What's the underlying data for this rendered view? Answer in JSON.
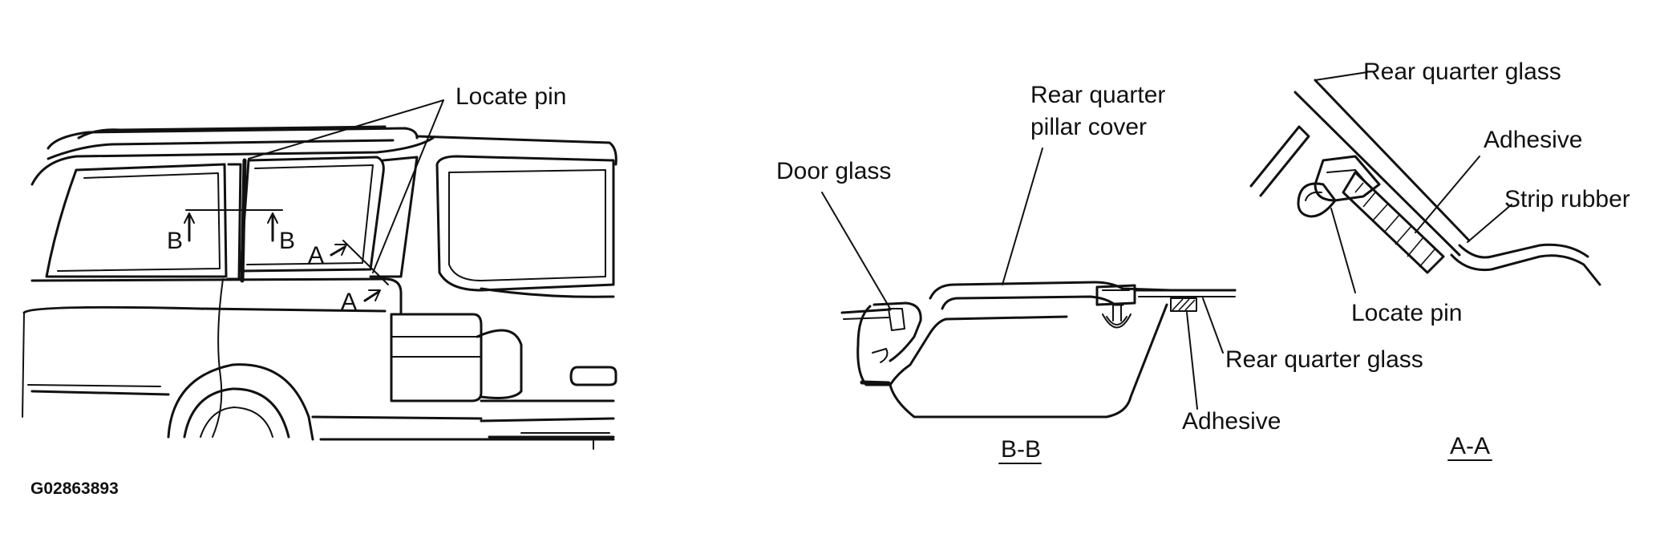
{
  "labels": {
    "locate_pin_callout": "Locate pin",
    "section_b_left": "B",
    "section_b_right": "B",
    "section_a_upper": "A",
    "section_a_lower": "A",
    "rear_quarter_pillar_cover_line1": "Rear quarter",
    "rear_quarter_pillar_cover_line2": "pillar cover",
    "door_glass": "Door glass",
    "rear_quarter_glass_bb": "Rear quarter glass",
    "adhesive_bb": "Adhesive",
    "section_bb_title": "B-B",
    "rear_quarter_glass_aa": "Rear quarter glass",
    "adhesive_aa": "Adhesive",
    "strip_rubber": "Strip rubber",
    "locate_pin_aa": "Locate pin",
    "section_aa_title": "A-A"
  },
  "figure_id": "G02863893",
  "colors": {
    "ink": "#111111",
    "background": "#ffffff"
  }
}
